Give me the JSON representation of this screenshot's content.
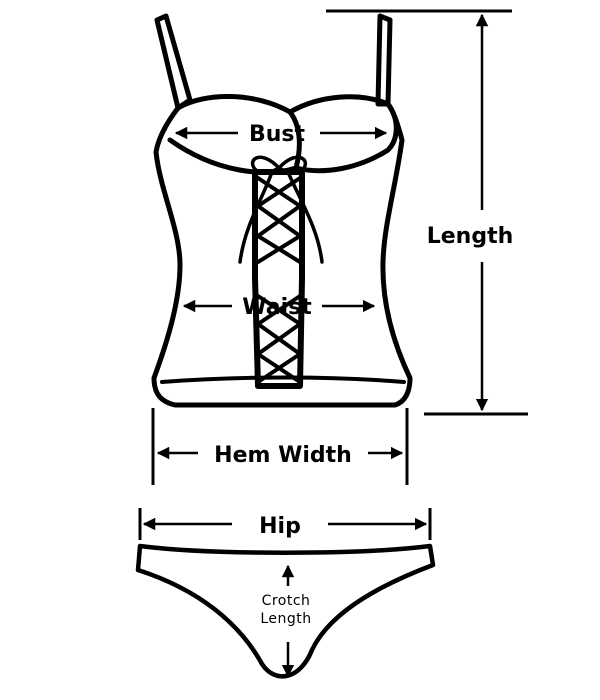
{
  "labels": {
    "bust": "Bust",
    "waist": "Waist",
    "length": "Length",
    "hem_width": "Hem Width",
    "hip": "Hip",
    "crotch_line1": "Crotch",
    "crotch_line2": "Length"
  },
  "colors": {
    "ink": "#000000",
    "background": "#ffffff"
  }
}
